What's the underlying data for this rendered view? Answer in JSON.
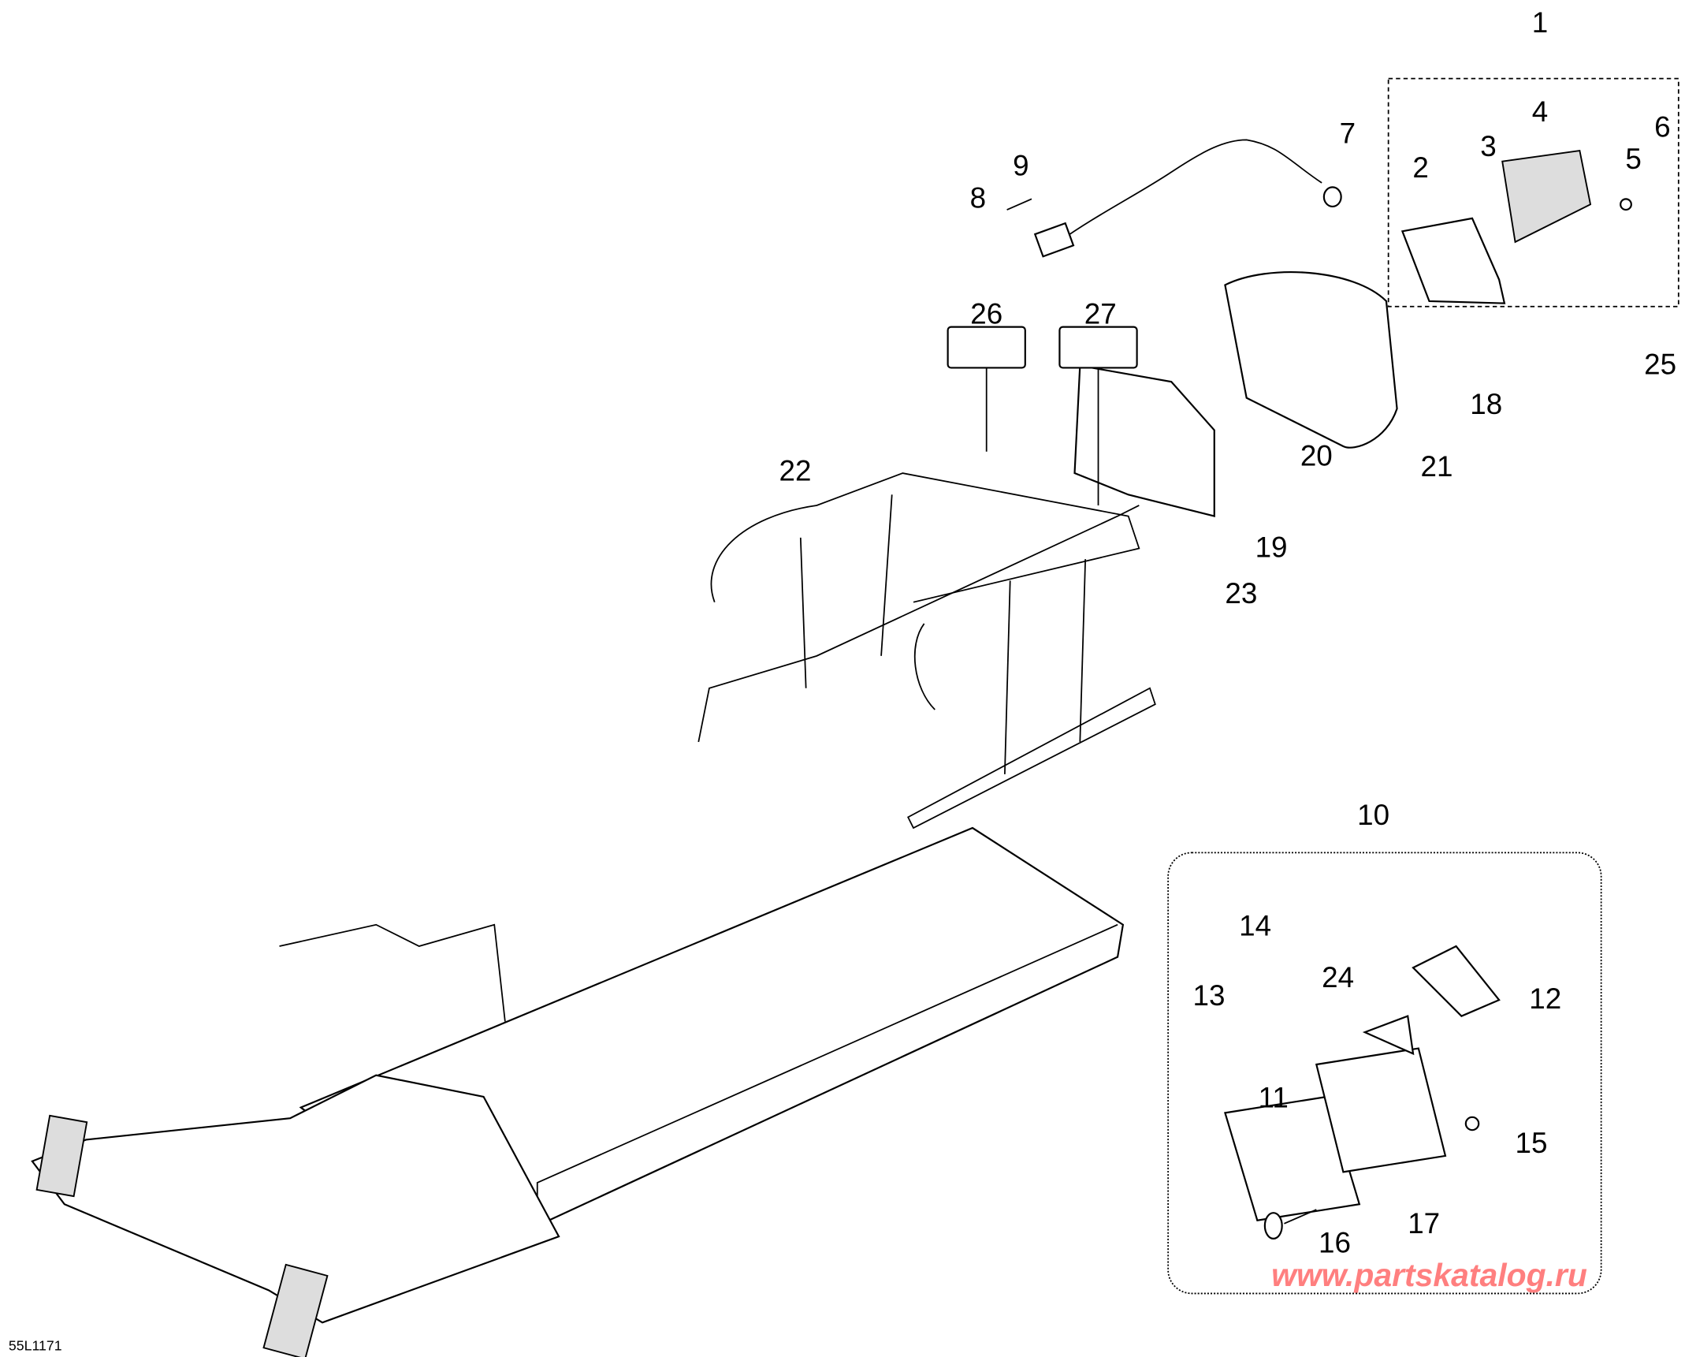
{
  "diagram": {
    "drawing_code": "55L1171",
    "watermark": "www.partskatalog.ru",
    "callouts": [
      "1",
      "2",
      "3",
      "4",
      "5",
      "6",
      "7",
      "8",
      "9",
      "10",
      "11",
      "12",
      "13",
      "14",
      "15",
      "16",
      "17",
      "18",
      "19",
      "20",
      "21",
      "22",
      "23",
      "24",
      "25",
      "26",
      "27"
    ]
  }
}
